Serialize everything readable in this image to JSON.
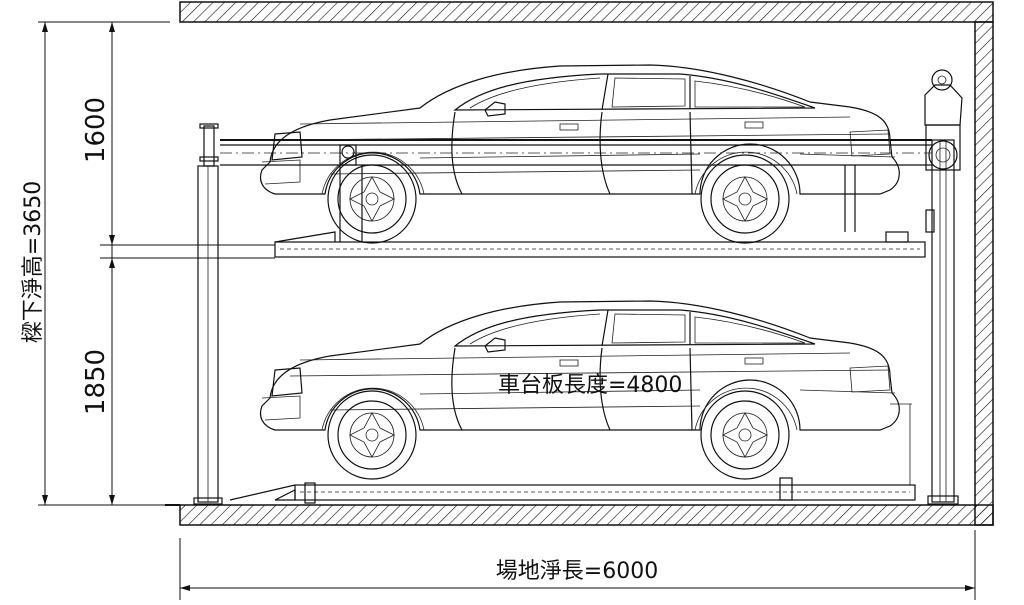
{
  "labels": {
    "upper_clearance": "1600",
    "lower_clearance": "1850",
    "total_height": "樑下淨高=3650",
    "platform_length": "車台板長度=4800",
    "site_length": "場地淨長=6000"
  }
}
